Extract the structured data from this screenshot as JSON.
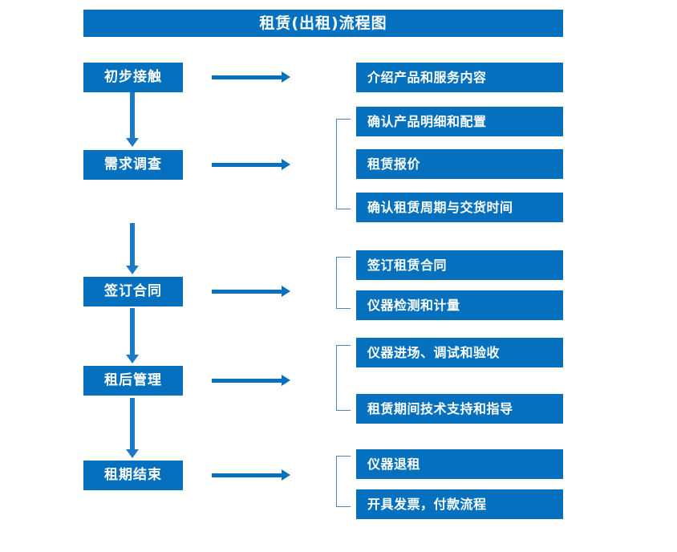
{
  "diagram": {
    "title": "租赁(出租)流程图",
    "accent_color": "#0571BE",
    "arrow_color": "#1E79C4",
    "bracket_color": "#4E83C4",
    "background_color": "#FFFFFF",
    "text_color": "#FFFFFF"
  },
  "stages": [
    {
      "label": "初步接触"
    },
    {
      "label": "需求调查"
    },
    {
      "label": "签订合同"
    },
    {
      "label": "租后管理"
    },
    {
      "label": "租期结束"
    }
  ],
  "details": [
    {
      "label": "介绍产品和服务内容"
    },
    {
      "label": "确认产品明细和配置"
    },
    {
      "label": "租赁报价"
    },
    {
      "label": "确认租赁周期与交货时间"
    },
    {
      "label": "签订租赁合同"
    },
    {
      "label": "仪器检测和计量"
    },
    {
      "label": "仪器进场、调试和验收"
    },
    {
      "label": "租赁期间技术支持和指导"
    },
    {
      "label": "仪器退租"
    },
    {
      "label": "开具发票，付款流程"
    }
  ],
  "connectors": {
    "horizontal_arrows": [
      {
        "name": "arrow-stage-1-to-details"
      },
      {
        "name": "arrow-stage-2-to-details"
      },
      {
        "name": "arrow-stage-3-to-details"
      },
      {
        "name": "arrow-stage-4-to-details"
      },
      {
        "name": "arrow-stage-5-to-details"
      }
    ],
    "vertical_arrows": [
      {
        "name": "arrow-stage-1-to-stage-2"
      },
      {
        "name": "arrow-stage-2-to-stage-3"
      },
      {
        "name": "arrow-stage-3-to-stage-4"
      },
      {
        "name": "arrow-stage-4-to-stage-5"
      }
    ],
    "brackets": [
      {
        "name": "bracket-requirements-group"
      },
      {
        "name": "bracket-contract-group"
      },
      {
        "name": "bracket-management-group"
      },
      {
        "name": "bracket-closing-group"
      }
    ]
  }
}
